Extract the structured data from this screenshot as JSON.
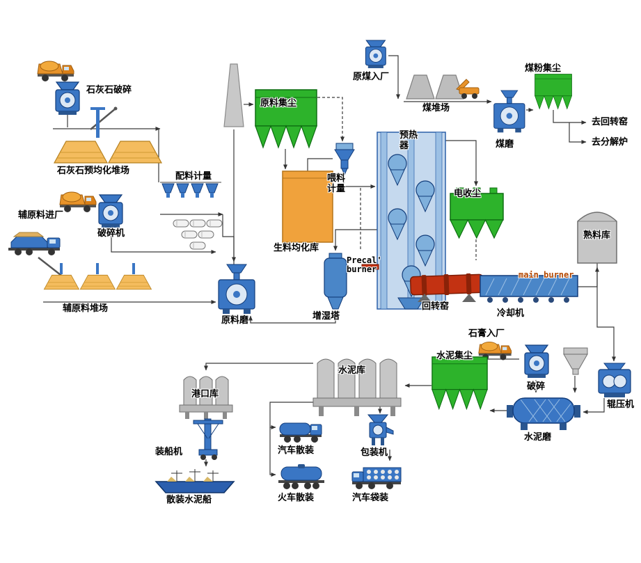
{
  "colors": {
    "dust_green": "#2db32b",
    "equipment_blue": "#3a76c4",
    "light_blue": "#dce8f5",
    "material_orange": "#f0a23c",
    "silo_gray": "#c6c6c6",
    "kiln_red": "#c33212",
    "line": "#3a3a3a"
  },
  "labels": {
    "limestone_crushing": "石灰石破碎",
    "limestone_preblending_yard": "石灰石预均化堆场",
    "batching_metering": "配料计量",
    "aux_material_inbound": "辅原料进厂",
    "crusher_machine": "破碎机",
    "aux_material_yard": "辅原料堆场",
    "raw_material_dust_collector": "原料集尘",
    "raw_meal_homogenizing_silo": "生料均化库",
    "feeding_metering": "喂料计量",
    "preheater": "预热器",
    "raw_coal_inbound": "原煤入厂",
    "coal_yard": "煤堆场",
    "coal_dust_collector": "煤粉集尘",
    "coal_mill": "煤磨",
    "to_rotary_kiln": "去回转窑",
    "to_calciner": "去分解炉",
    "electrostatic_precipitator": "电收尘",
    "clinker_silo": "熟料库",
    "precal_burner": "Precal' burner",
    "main_burner": "main burner",
    "rotary_kiln": "回转窑",
    "cooler": "冷却机",
    "raw_mill": "原料磨",
    "humidifying_tower": "增湿塔",
    "gypsum_inbound": "石膏入厂",
    "cement_dust_collector": "水泥集尘",
    "gypsum_crushing": "破碎",
    "roller_press": "辊压机",
    "cement_mill": "水泥磨",
    "cement_silo": "水泥库",
    "port_silo": "港口库",
    "ship_loader": "装船机",
    "bulk_cement_ship": "散装水泥船",
    "truck_bulk_loading": "汽车散装",
    "train_bulk_loading": "火车散装",
    "packing_machine": "包装机",
    "truck_bag_loading": "汽车袋装"
  }
}
